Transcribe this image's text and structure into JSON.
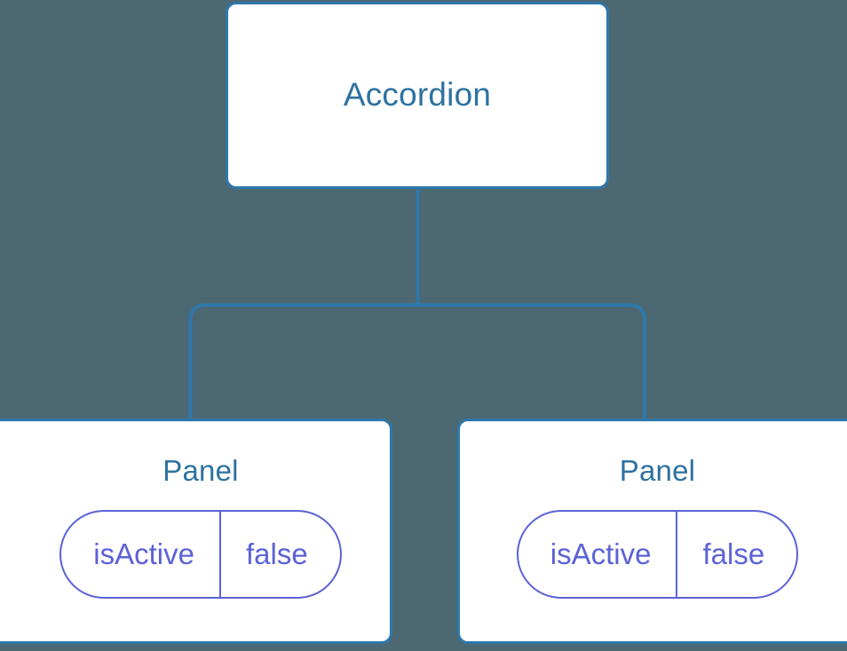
{
  "diagram": {
    "type": "component-tree",
    "background_color": "#4c6872",
    "node_border_color": "#2e78ab",
    "node_fill_color": "#ffffff",
    "node_title_color": "#2e72a0",
    "prop_accent_color": "#5b62d6",
    "connector_color": "#2e78ab"
  },
  "root": {
    "title": "Accordion"
  },
  "children": [
    {
      "title": "Panel",
      "props": [
        {
          "key": "isActive",
          "value": "false"
        }
      ]
    },
    {
      "title": "Panel",
      "props": [
        {
          "key": "isActive",
          "value": "false"
        }
      ]
    }
  ]
}
